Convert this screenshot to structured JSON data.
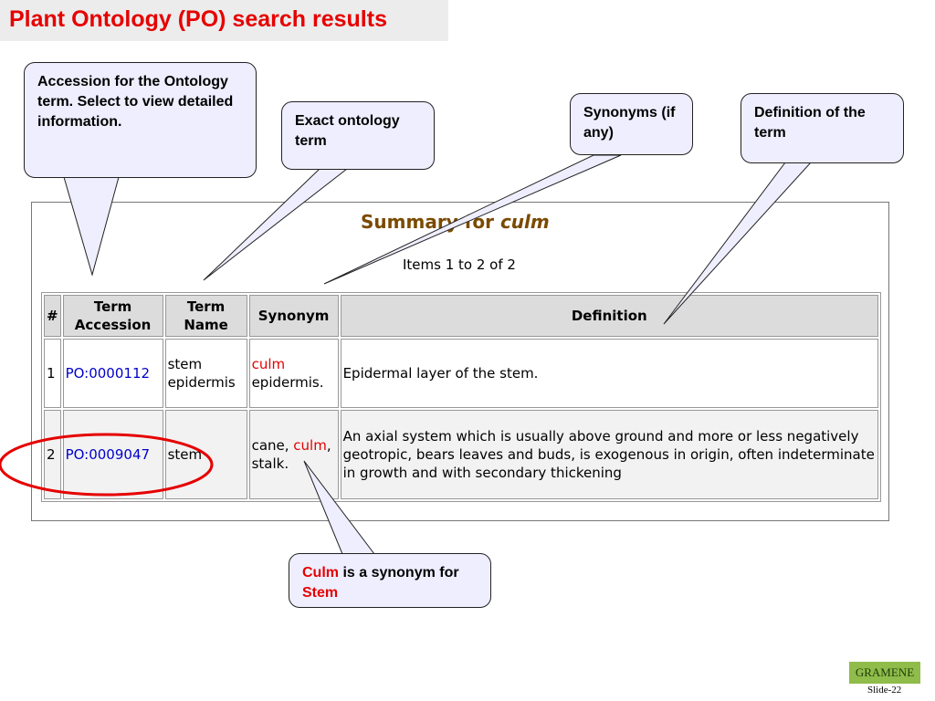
{
  "slide_title": "Plant Ontology (PO) search results",
  "summary": {
    "title_prefix": "Summary for ",
    "title_term": "culm",
    "items_text": "Items 1 to 2 of 2"
  },
  "table": {
    "headers": {
      "num": "#",
      "accession": "Term Accession",
      "name": "Term Name",
      "synonym": "Synonym",
      "definition": "Definition"
    },
    "rows": [
      {
        "num": "1",
        "accession": "PO:0000112",
        "name": "stem epidermis",
        "syn_hl": "culm",
        "syn_rest": " epidermis.",
        "definition": "Epidermal layer of the stem."
      },
      {
        "num": "2",
        "accession": "PO:0009047",
        "name": "stem",
        "syn_pre": "cane, ",
        "syn_hl": "culm",
        "syn_rest": ", stalk.",
        "definition": "An axial system which is usually above ground and more or less negatively geotropic, bears leaves and buds, is exogenous in origin, often indeterminate in growth and with secondary thickening"
      }
    ]
  },
  "callouts": {
    "accession": "Accession for the Ontology term.  Select to view detailed information.",
    "exact": "Exact ontology term",
    "synonyms": "Synonyms (if any)",
    "definition": "Definition of the term",
    "culm_word": "Culm",
    "culm_mid": " is a synonym for ",
    "stem_word": "Stem"
  },
  "colors": {
    "title_red": "#e60000",
    "callout_bg": "#eeeeff",
    "ellipse_red": "#e60000"
  },
  "footer": {
    "logo_text": "GRAMENE",
    "slide": "Slide-22"
  }
}
